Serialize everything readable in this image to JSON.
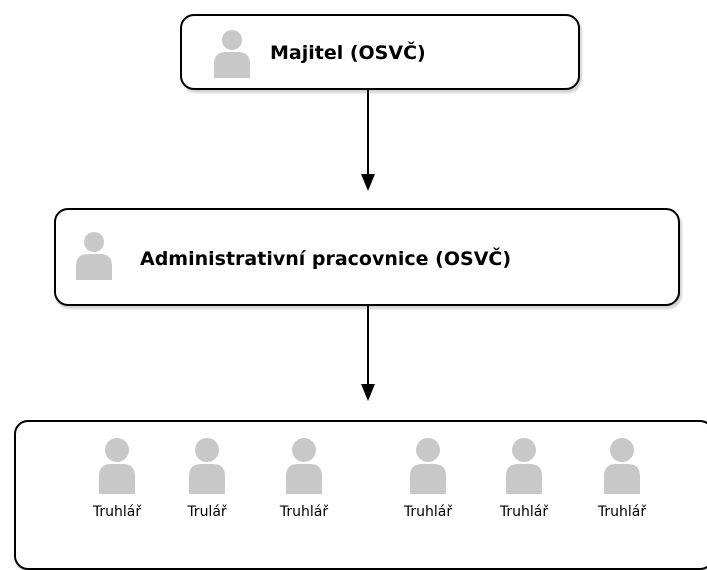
{
  "nodes": {
    "owner": {
      "label": "Majitel (OSVČ)"
    },
    "admin": {
      "label": "Administrativní pracovnice (OSVČ)"
    }
  },
  "workers": [
    {
      "label": "Truhlář"
    },
    {
      "label": "Trulář"
    },
    {
      "label": "Truhlář"
    },
    {
      "label": "Truhlář"
    },
    {
      "label": "Truhlář"
    },
    {
      "label": "Truhlář"
    }
  ],
  "colors": {
    "person_icon": "#c8c8c8",
    "border": "#000000"
  }
}
